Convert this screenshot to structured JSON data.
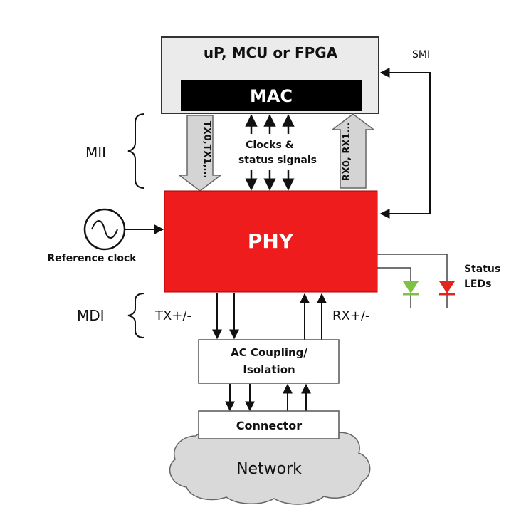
{
  "blocks": {
    "processor": "uP, MCU or FPGA",
    "mac": "MAC",
    "phy": "PHY",
    "ac_coupling_line1": "AC Coupling/",
    "ac_coupling_line2": "Isolation",
    "connector": "Connector",
    "network": "Network"
  },
  "labels": {
    "smi": "SMI",
    "mii": "MII",
    "mdi": "MDI",
    "tx_bus": "TX0,TX1,...",
    "rx_bus": "RX0, RX1...",
    "clocks_line1": "Clocks &",
    "clocks_line2": "status signals",
    "reference_clock": "Reference clock",
    "tx_pair": "TX+/-",
    "rx_pair": "RX+/-",
    "status_line1": "Status",
    "status_line2": "LEDs"
  },
  "colors": {
    "phy_fill": "#ee1c1c",
    "mac_fill": "#000000",
    "processor_fill": "#ebebeb",
    "led_green": "#7dc242",
    "led_red": "#e8211c",
    "cloud_fill": "#d9d9d9",
    "bus_arrow_fill": "#d4d4d4"
  }
}
